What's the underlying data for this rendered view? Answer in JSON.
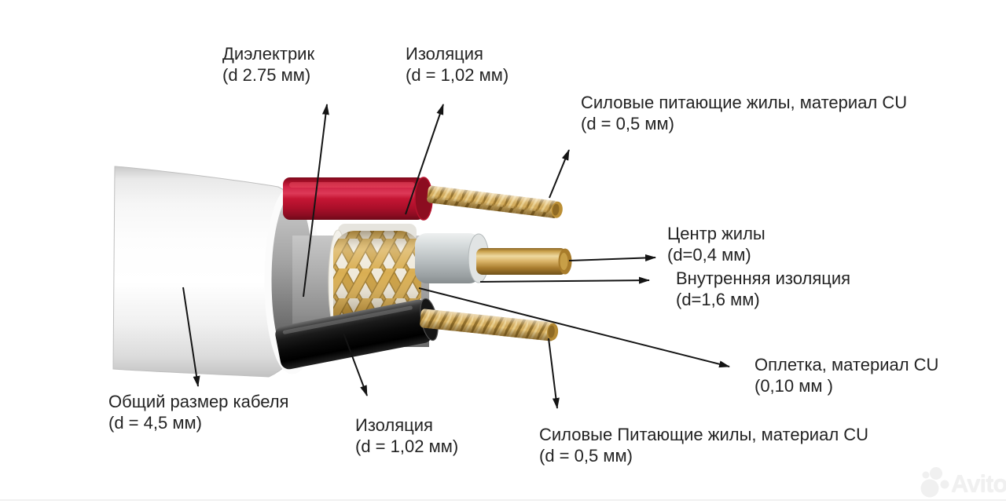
{
  "colors": {
    "bg": "#ffffff",
    "text": "#232323",
    "line": "#141414",
    "watermark": "#f0f0f0",
    "wire_red": "#c51634",
    "wire_black": "#101010",
    "copper": "#d8b161",
    "braid_gold": "#cb9f42",
    "inner_insulation": "#c3c8c9",
    "jacket": "#f6f6f6",
    "dielectric": "#a9a9a9"
  },
  "labels": [
    {
      "name": "dielectric",
      "line1": "Диэлектрик",
      "line2": "(d 2.75 мм)"
    },
    {
      "name": "insulation-top",
      "line1": "Изоляция",
      "line2": "(d = 1,02 мм)"
    },
    {
      "name": "power-cores-top",
      "line1": "Силовые питающие жилы, материал CU",
      "line2": "(d = 0,5 мм)"
    },
    {
      "name": "center-core",
      "line1": "Центр жилы",
      "line2": "(d=0,4 мм)"
    },
    {
      "name": "inner-insulation",
      "line1": "Внутренняя изоляция",
      "line2": "(d=1,6 мм)"
    },
    {
      "name": "braid",
      "line1": "Оплетка, материал CU",
      "line2": "(0,10 мм )"
    },
    {
      "name": "overall-size",
      "line1": "Общий размер кабеля",
      "line2": "(d = 4,5 мм)"
    },
    {
      "name": "insulation-bottom",
      "line1": "Изоляция",
      "line2": "(d = 1,02 мм)"
    },
    {
      "name": "power-cores-bottom",
      "line1": "Силовые Питающие жилы, материал CU",
      "line2": "(d = 0,5 мм)"
    }
  ],
  "watermark": {
    "text": "Avito"
  }
}
